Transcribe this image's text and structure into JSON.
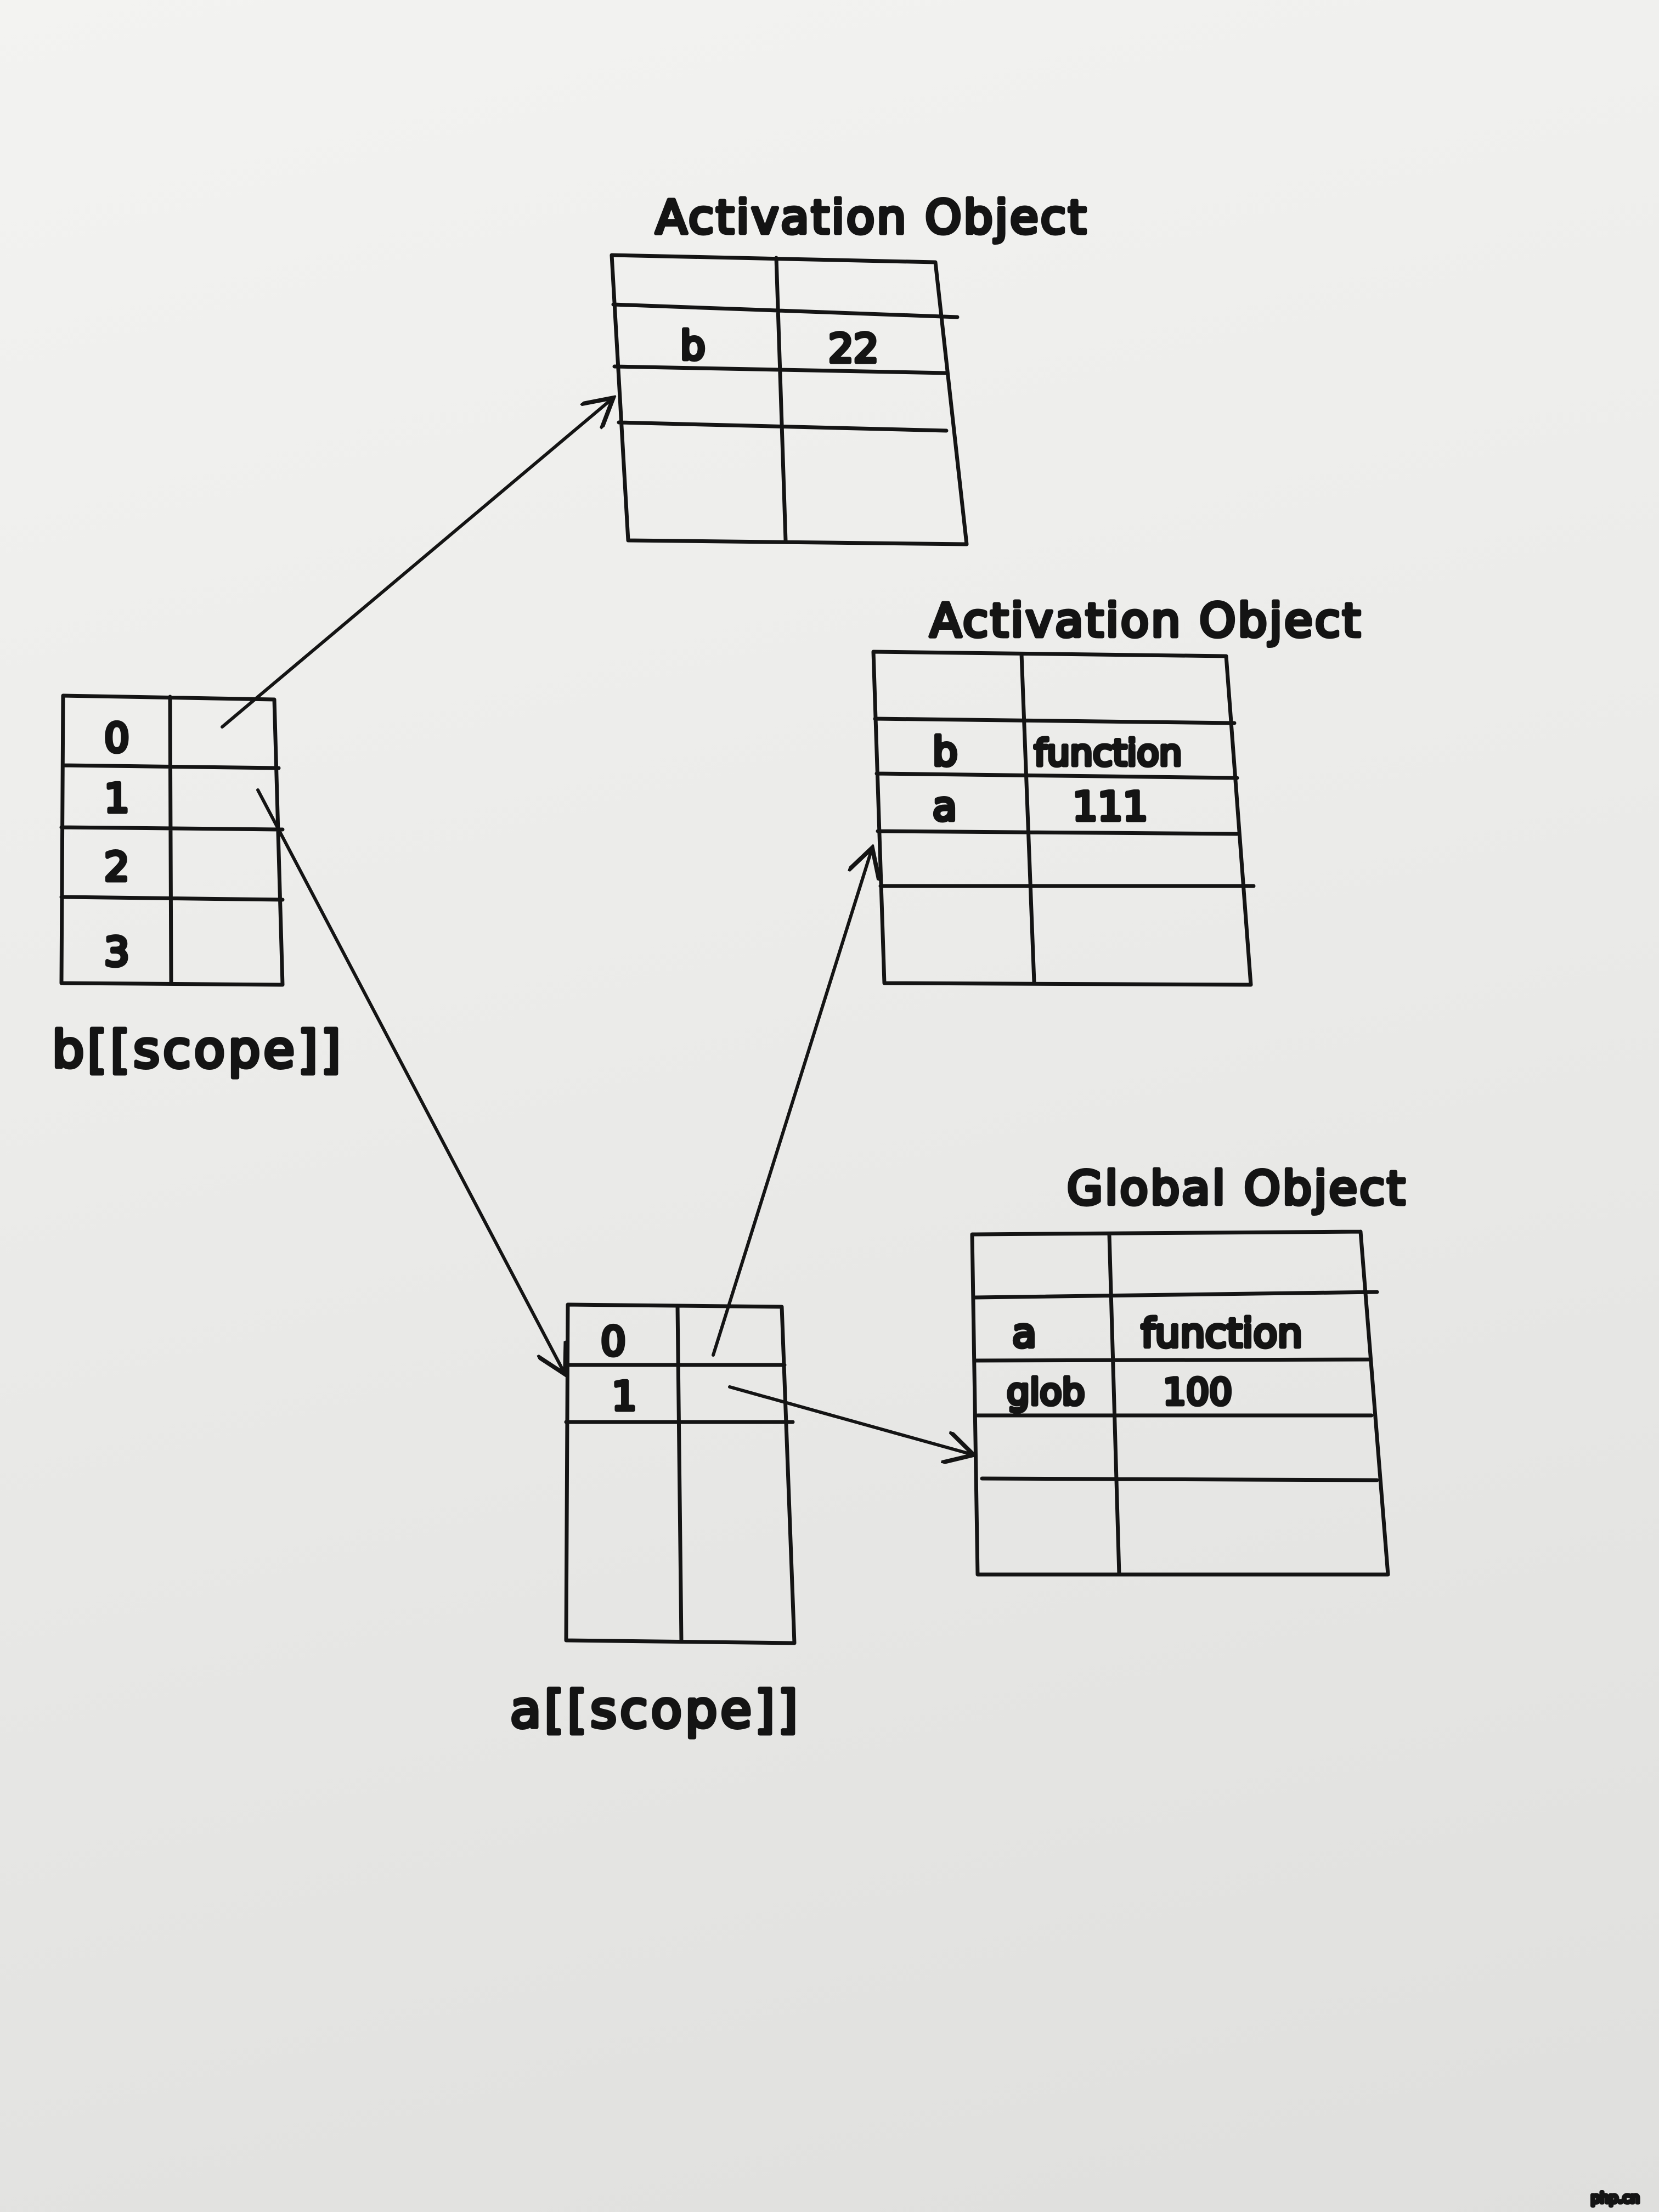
{
  "diagram": {
    "ao_top": {
      "title": "Activation Object",
      "rows": [
        {
          "key": "",
          "value": ""
        },
        {
          "key": "b",
          "value": "22"
        },
        {
          "key": "",
          "value": ""
        },
        {
          "key": "",
          "value": ""
        }
      ]
    },
    "ao_mid": {
      "title": "Activation Object",
      "rows": [
        {
          "key": "",
          "value": ""
        },
        {
          "key": "b",
          "value": "function"
        },
        {
          "key": "a",
          "value": "111"
        },
        {
          "key": "",
          "value": ""
        },
        {
          "key": "",
          "value": ""
        }
      ]
    },
    "global": {
      "title": "Global Object",
      "rows": [
        {
          "key": "",
          "value": ""
        },
        {
          "key": "a",
          "value": "function"
        },
        {
          "key": "glob",
          "value": "100"
        },
        {
          "key": "",
          "value": ""
        },
        {
          "key": "",
          "value": ""
        }
      ]
    },
    "b_scope": {
      "label": "b[[scope]]",
      "rows": [
        {
          "index": "0"
        },
        {
          "index": "1"
        },
        {
          "index": "2"
        },
        {
          "index": "3"
        }
      ]
    },
    "a_scope": {
      "label": "a[[scope]]",
      "rows": [
        {
          "index": "0"
        },
        {
          "index": "1"
        },
        {
          "index": ""
        }
      ]
    },
    "arrows": [
      {
        "from": "b_scope.0",
        "to": "ao_top"
      },
      {
        "from": "b_scope.1",
        "to": "a_scope"
      },
      {
        "from": "a_scope.0",
        "to": "ao_mid"
      },
      {
        "from": "a_scope.1",
        "to": "global"
      }
    ],
    "watermark": "php.cn"
  }
}
